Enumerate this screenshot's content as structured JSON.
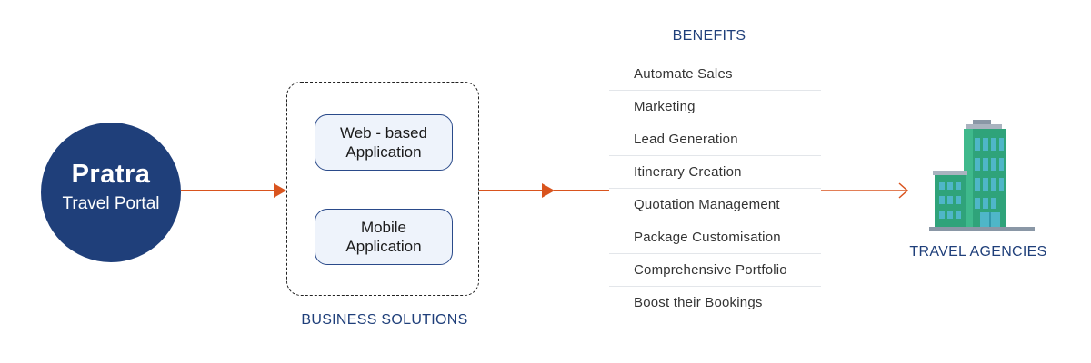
{
  "portal": {
    "brand": "Pratra",
    "label": "Travel Portal"
  },
  "solutions": {
    "apps": [
      {
        "label": "Web - based\nApplication"
      },
      {
        "label": "Mobile\nApplication"
      }
    ],
    "caption": "BUSINESS SOLUTIONS"
  },
  "benefits": {
    "title": "BENEFITS",
    "items": [
      "Automate Sales",
      "Marketing",
      "Lead Generation",
      "Itinerary Creation",
      "Quotation Management",
      "Package Customisation",
      "Comprehensive Portfolio",
      "Boost their Bookings"
    ]
  },
  "agencies": {
    "caption": "TRAVEL AGENCIES",
    "icon": "building-icon"
  },
  "colors": {
    "navy": "#1f3f7a",
    "accent": "#d9541e",
    "building_green": "#2fa37a",
    "window_blue": "#4fb6c8"
  }
}
